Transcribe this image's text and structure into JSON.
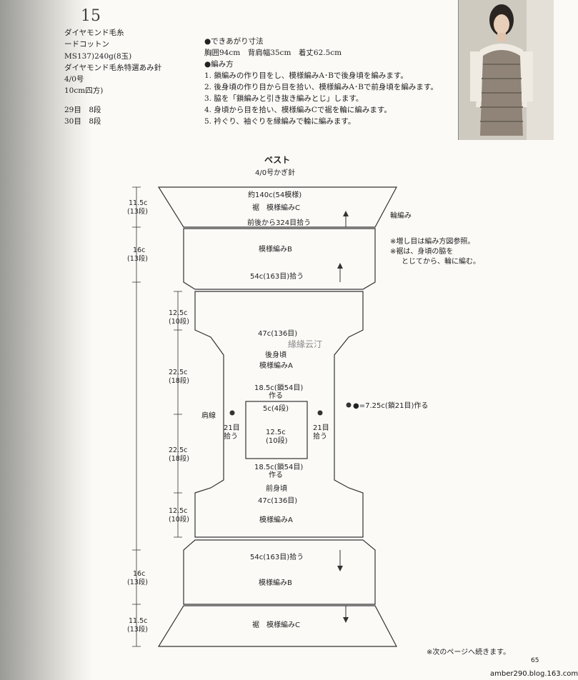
{
  "header": {
    "number": "15",
    "specs": [
      {
        "key": "",
        "value": "ダイヤモンド毛糸"
      },
      {
        "key": "",
        "value": "ードコットン"
      },
      {
        "key": "",
        "value": "MS137)240g(8玉)"
      },
      {
        "key": "",
        "value": "ダイヤモンド毛糸特選あみ針"
      },
      {
        "key": "",
        "value": "4/0号"
      },
      {
        "key": "",
        "value": "10cm四方)"
      },
      {
        "key": "",
        "value": "29目　8段"
      },
      {
        "key": "",
        "value": "30目　8段"
      }
    ]
  },
  "instructions": {
    "size_heading": "●できあがり寸法",
    "size_line": "胸囲94cm　背肩幅35cm　着丈62.5cm",
    "method_heading": "●編み方",
    "steps": [
      "1. 鎖編みの作り目をし、模様編みA･Bで後身頃を編みます。",
      "2. 後身頃の作り目から目を拾い、模様編みA･Bで前身頃を編みます。",
      "3. 脇を「鎖編みと引き抜き編みとじ」します。",
      "4. 身頃から目を拾い、模様編みCで裾を輪に編みます。",
      "5. 衿ぐり、袖ぐりを縁編みで輪に編みます。"
    ]
  },
  "diagram": {
    "title": "ベスト",
    "hook": "4/0号かぎ針",
    "hem_width": "約140c(54模様)",
    "hem_label": "裾　模様編みC",
    "hem_label_bottom": "裾　模様編みC",
    "pickup_324": "前後から324目拾う",
    "ring_edge": "輪編み",
    "note1": "※増し目は編み方図参照。",
    "note2": "※裾は、身頃の脇を",
    "note3": "とじてから、輪に編む。",
    "pattern_b": "模様編みB",
    "pattern_a": "模様編みA",
    "pickup_54": "54c(163目)拾う",
    "width_47": "47c(136目)",
    "back_body": "後身頃",
    "front_body": "前身頃",
    "neck_width": "18.5c(鎖54目)",
    "make": "作る",
    "neck_top": "5c(4段)",
    "neck_h": "12.5c",
    "neck_rows": "(10段)",
    "shoulder_line": "肩線",
    "pick21": "21目",
    "pick": "拾う",
    "dot_note": "●=7.25c(鎖21目)作る",
    "watermark": "緣緣云汀",
    "left_dims": [
      {
        "v": "11.5c",
        "r": "(13段)"
      },
      {
        "v": "16c",
        "r": "(13段)"
      },
      {
        "v": "12.5c",
        "r": "(10段)"
      },
      {
        "v": "22.5c",
        "r": "(18段)"
      },
      {
        "v": "22.5c",
        "r": "(18段)"
      },
      {
        "v": "12.5c",
        "r": "(10段)"
      },
      {
        "v": "16c",
        "r": "(13段)"
      },
      {
        "v": "11.5c",
        "r": "(13段)"
      }
    ]
  },
  "footer": {
    "continued": "※次のページへ続きます。",
    "page": "65",
    "url": "amber290.blog.163.com"
  }
}
